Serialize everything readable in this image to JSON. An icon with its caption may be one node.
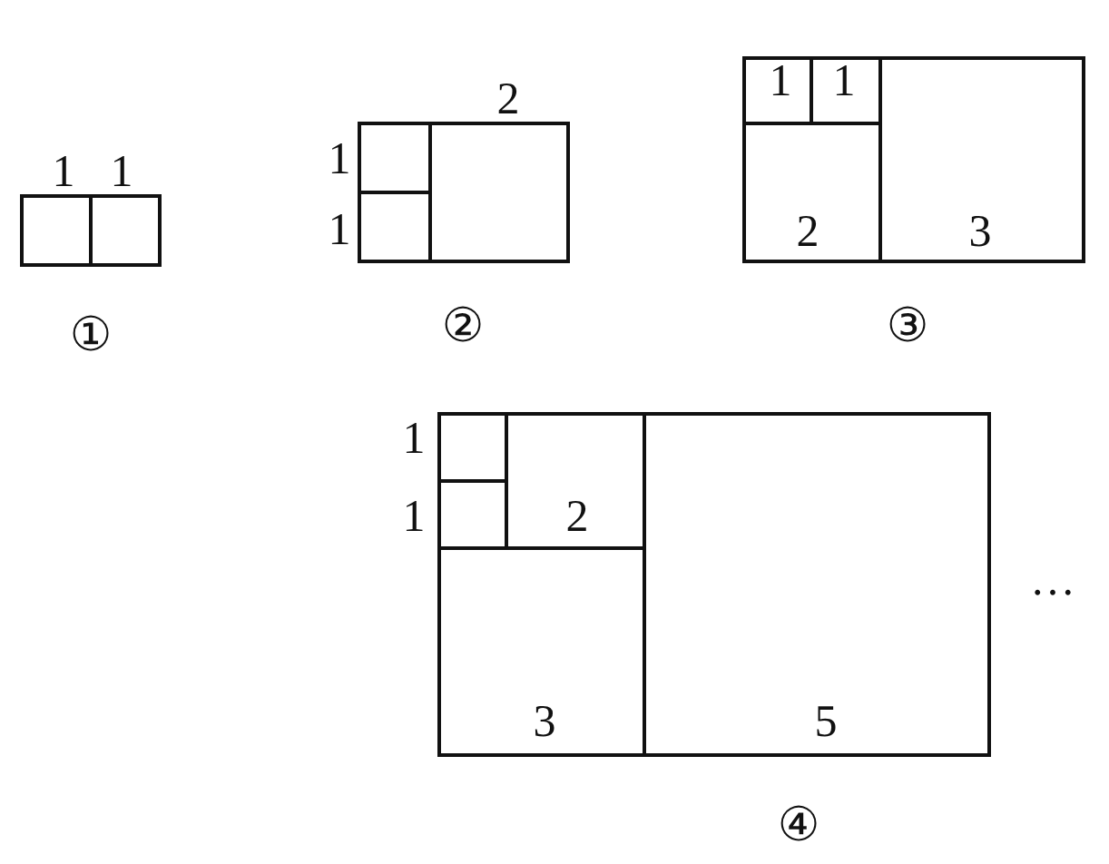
{
  "diagram": {
    "labels": [
      "1",
      "1",
      "①",
      "1",
      "1",
      "2",
      "②",
      "1",
      "1",
      "2",
      "3",
      "③",
      "1",
      "1",
      "2",
      "3",
      "5",
      "…",
      "④"
    ]
  }
}
